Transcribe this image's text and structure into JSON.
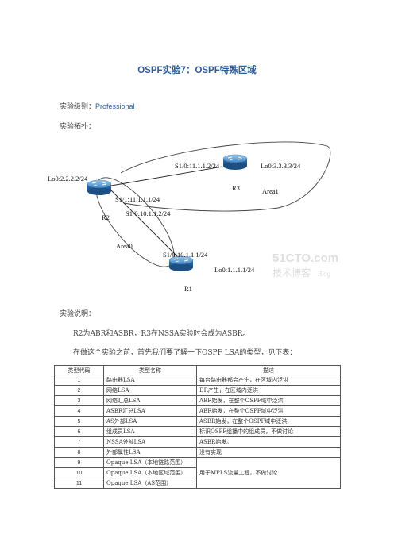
{
  "title": "OSPF实验7：OSPF特殊区域",
  "level_label": "实验级别：",
  "level_value": "Professional",
  "topology_label": "实验拓扑：",
  "diagram": {
    "r2_loopback": "Lo0:2.2.2.2/24",
    "r2_name": "R2",
    "r2_s11": "S1/1:11.1.1.1/24",
    "r2_s10": "S1/0:10.1.1.2/24",
    "r3_s10": "S1/0:11.1.1.2/24",
    "r3_loopback": "Lo0:3.3.3.3/24",
    "r3_name": "R3",
    "area1": "Area1",
    "area0": "Area0",
    "r1_s10": "S1/0:10.1.1.1/24",
    "r1_loopback": "Lo0:1.1.1.1/24",
    "r1_name": "R1",
    "watermark_site": "51CTO.com",
    "watermark_blog_cn": "技术博客",
    "watermark_blog_en": "Blog"
  },
  "description_label": "实验说明：",
  "desc_line1": "R2为ABR和ASBR，R3在NSSA实验时会成为ASBR。",
  "desc_line2": "在做这个实验之前，首先我们要了解一下OSPF  LSA的类型，见下表：",
  "table": {
    "headers": [
      "类型代码",
      "类型名称",
      "描述"
    ],
    "rows": [
      {
        "code": "1",
        "name": "路由器LSA",
        "desc": "每台路由器都会产生，在区域内泛洪"
      },
      {
        "code": "2",
        "name": "网络LSA",
        "desc": "DR产生，在区域内泛洪"
      },
      {
        "code": "3",
        "name": "网络汇总LSA",
        "desc": "ABR始发，在整个OSPF域中泛洪"
      },
      {
        "code": "4",
        "name": "ASBR汇总LSA",
        "desc": "ABR始发，在整个OSPF域中泛洪"
      },
      {
        "code": "5",
        "name": "AS外部LSA",
        "desc": "ASBR始发，在整个OSPF域中泛洪"
      },
      {
        "code": "6",
        "name": "组成员LSA",
        "desc": "标识OSPF组播中的组成员，不做讨论"
      },
      {
        "code": "7",
        "name": "NSSA外部LSA",
        "desc": "ASBR始发。"
      },
      {
        "code": "8",
        "name": "外部属性LSA",
        "desc": "没有实现"
      },
      {
        "code": "9",
        "name": "Opaque LSA（本地链路范围）",
        "desc": ""
      },
      {
        "code": "10",
        "name": "Opaque LSA（本地区域范围）",
        "desc": ""
      },
      {
        "code": "11",
        "name": "Opaque LSA（AS范围）",
        "desc": ""
      }
    ],
    "opaque_desc": "用于MPLS流量工程，不做讨论"
  }
}
